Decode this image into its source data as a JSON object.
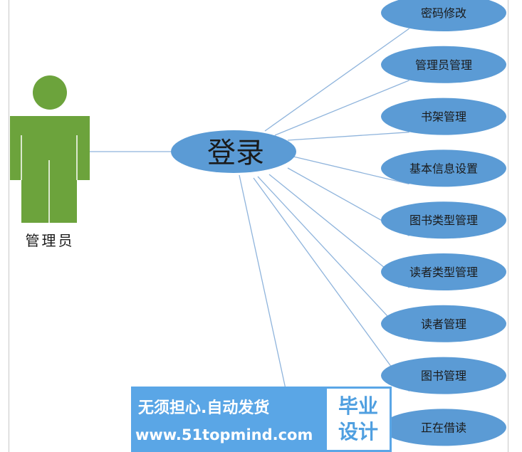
{
  "actor": {
    "label": "管理员",
    "color": "#6ca33c"
  },
  "login": {
    "label": "登录",
    "fill": "#5b9bd5"
  },
  "usecases": [
    "密码修改",
    "管理员管理",
    "书架管理",
    "基本信息设置",
    "图书类型管理",
    "读者类型管理",
    "读者管理",
    "图书管理",
    "正在借读"
  ],
  "colors": {
    "ellipse": "#5b9bd5",
    "line": "#8fb4dc",
    "banner": "#5aa6e6"
  },
  "watermark": {
    "tagline": "无须担心.自动发货",
    "url": "www.51topmind.com",
    "logo_line1": "毕业",
    "logo_line2": "设计"
  }
}
